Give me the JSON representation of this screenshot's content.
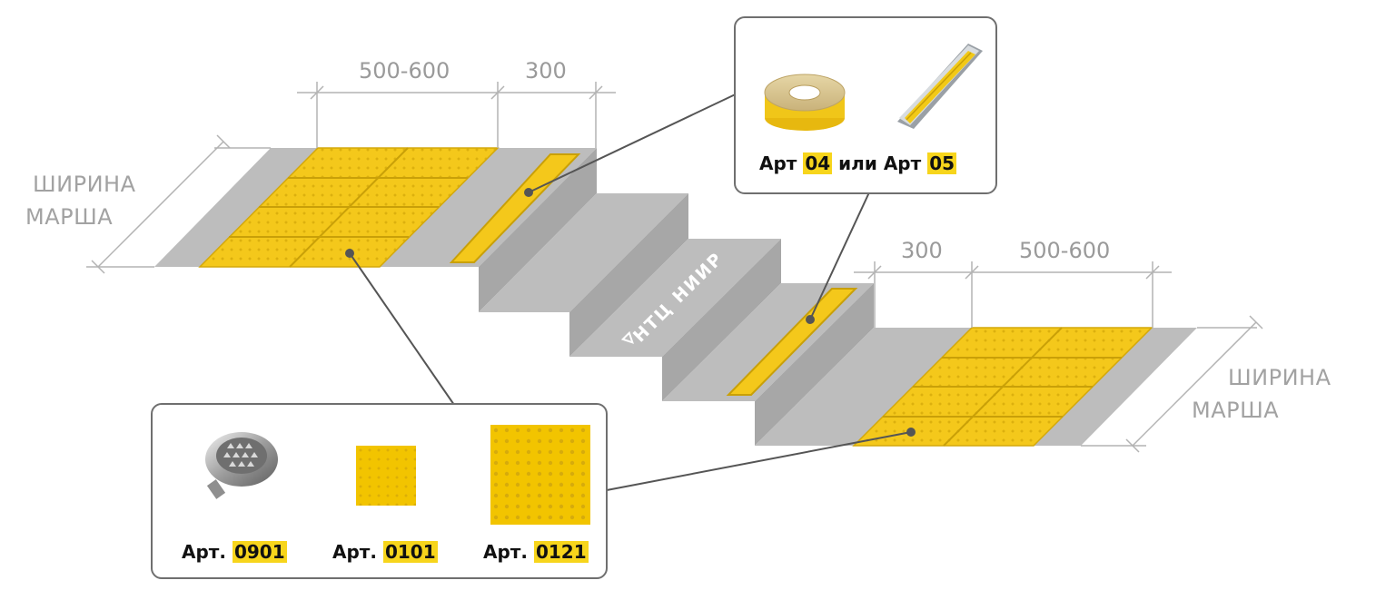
{
  "colors": {
    "yellow": "#f4c81b",
    "gray": "#bdbdbd",
    "stair_dark": "#a9a9a9",
    "dim_line": "#b3b3b3"
  },
  "dimensions": {
    "top_left_zone": "500-600",
    "top_right_zone": "300",
    "bottom_left_zone": "300",
    "bottom_right_zone": "500-600",
    "width_label_line1": "ШИРИНА",
    "width_label_line2": "МАРША"
  },
  "stairs": {
    "watermark": "НТЦ НИИР"
  },
  "callout_top": {
    "items": [
      {
        "icon": "tape-roll-icon",
        "prefix": "Арт",
        "code": "04"
      },
      {
        "icon": "aluminum-profile-icon",
        "prefix": "Арт",
        "code": "05"
      }
    ],
    "joiner": "или"
  },
  "callout_bottom": {
    "items": [
      {
        "icon": "tactile-stud-icon",
        "prefix": "Арт.",
        "code": "0901"
      },
      {
        "icon": "small-tactile-tile-icon",
        "prefix": "Арт.",
        "code": "0101"
      },
      {
        "icon": "large-tactile-tile-icon",
        "prefix": "Арт.",
        "code": "0121"
      }
    ]
  }
}
